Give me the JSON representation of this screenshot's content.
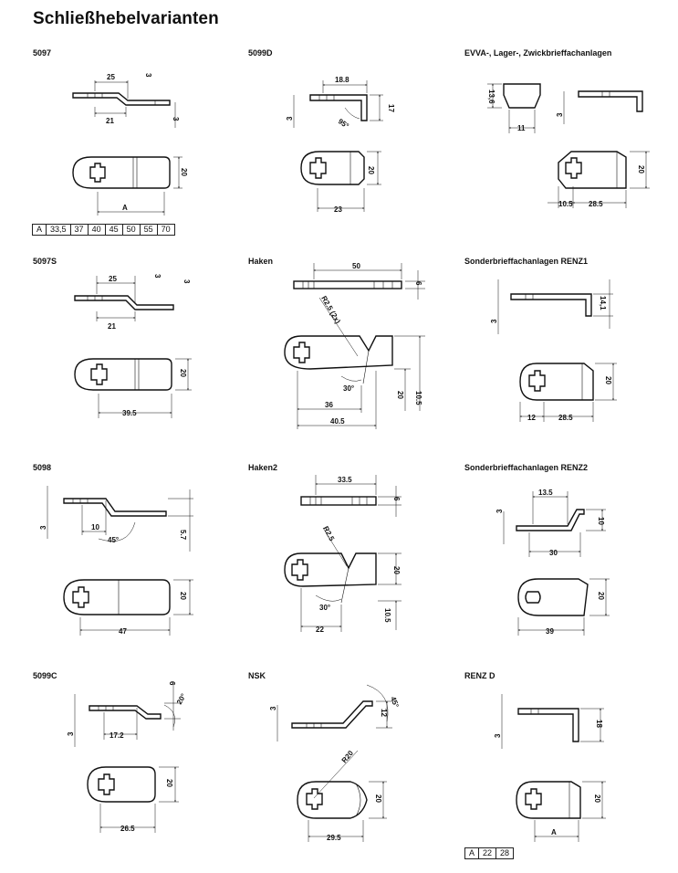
{
  "page_title": "Schließhebelvarianten",
  "variants": [
    {
      "id": "5097",
      "title": "5097",
      "dims": [
        "25",
        "3",
        "21",
        "3",
        "20",
        "A"
      ]
    },
    {
      "id": "5099D",
      "title": "5099D",
      "dims": [
        "18.8",
        "3",
        "95°",
        "17",
        "20",
        "23"
      ]
    },
    {
      "id": "evva",
      "title": "EVVA-, Lager-, Zwickbrieffachanlagen",
      "dims": [
        "13,6",
        "11",
        "3",
        "20",
        "10.5",
        "28.5"
      ]
    },
    {
      "id": "5097S",
      "title": "5097S",
      "dims": [
        "25",
        "3",
        "3",
        "21",
        "20",
        "39.5"
      ]
    },
    {
      "id": "haken",
      "title": "Haken",
      "dims": [
        "50",
        "6",
        "R2.5 (2x)",
        "20",
        "10.5",
        "30°",
        "36",
        "40.5"
      ]
    },
    {
      "id": "renz1",
      "title": "Sonderbrieffachanlagen RENZ1",
      "dims": [
        "3",
        "14,1",
        "20",
        "12",
        "28.5"
      ]
    },
    {
      "id": "5098",
      "title": "5098",
      "dims": [
        "3",
        "10",
        "45°",
        "5.7",
        "20",
        "47"
      ]
    },
    {
      "id": "haken2",
      "title": "Haken2",
      "dims": [
        "33.5",
        "6",
        "R2.5",
        "20",
        "30°",
        "10.5",
        "22"
      ]
    },
    {
      "id": "renz2",
      "title": "Sonderbrieffachanlagen RENZ2",
      "dims": [
        "13.5",
        "3",
        "10",
        "30",
        "20",
        "39"
      ]
    },
    {
      "id": "5099C",
      "title": "5099C",
      "dims": [
        "6",
        "20°",
        "3",
        "17.2",
        "20",
        "26.5"
      ]
    },
    {
      "id": "nsk",
      "title": "NSK",
      "dims": [
        "3",
        "45°",
        "12",
        "R20",
        "20",
        "29.5"
      ]
    },
    {
      "id": "renzd",
      "title": "RENZ D",
      "dims": [
        "3",
        "18",
        "20",
        "A"
      ]
    }
  ],
  "table_5097": {
    "label": "A",
    "values": [
      "33,5",
      "37",
      "40",
      "45",
      "50",
      "55",
      "70"
    ]
  },
  "table_renzd": {
    "label": "A",
    "values": [
      "22",
      "28"
    ]
  }
}
